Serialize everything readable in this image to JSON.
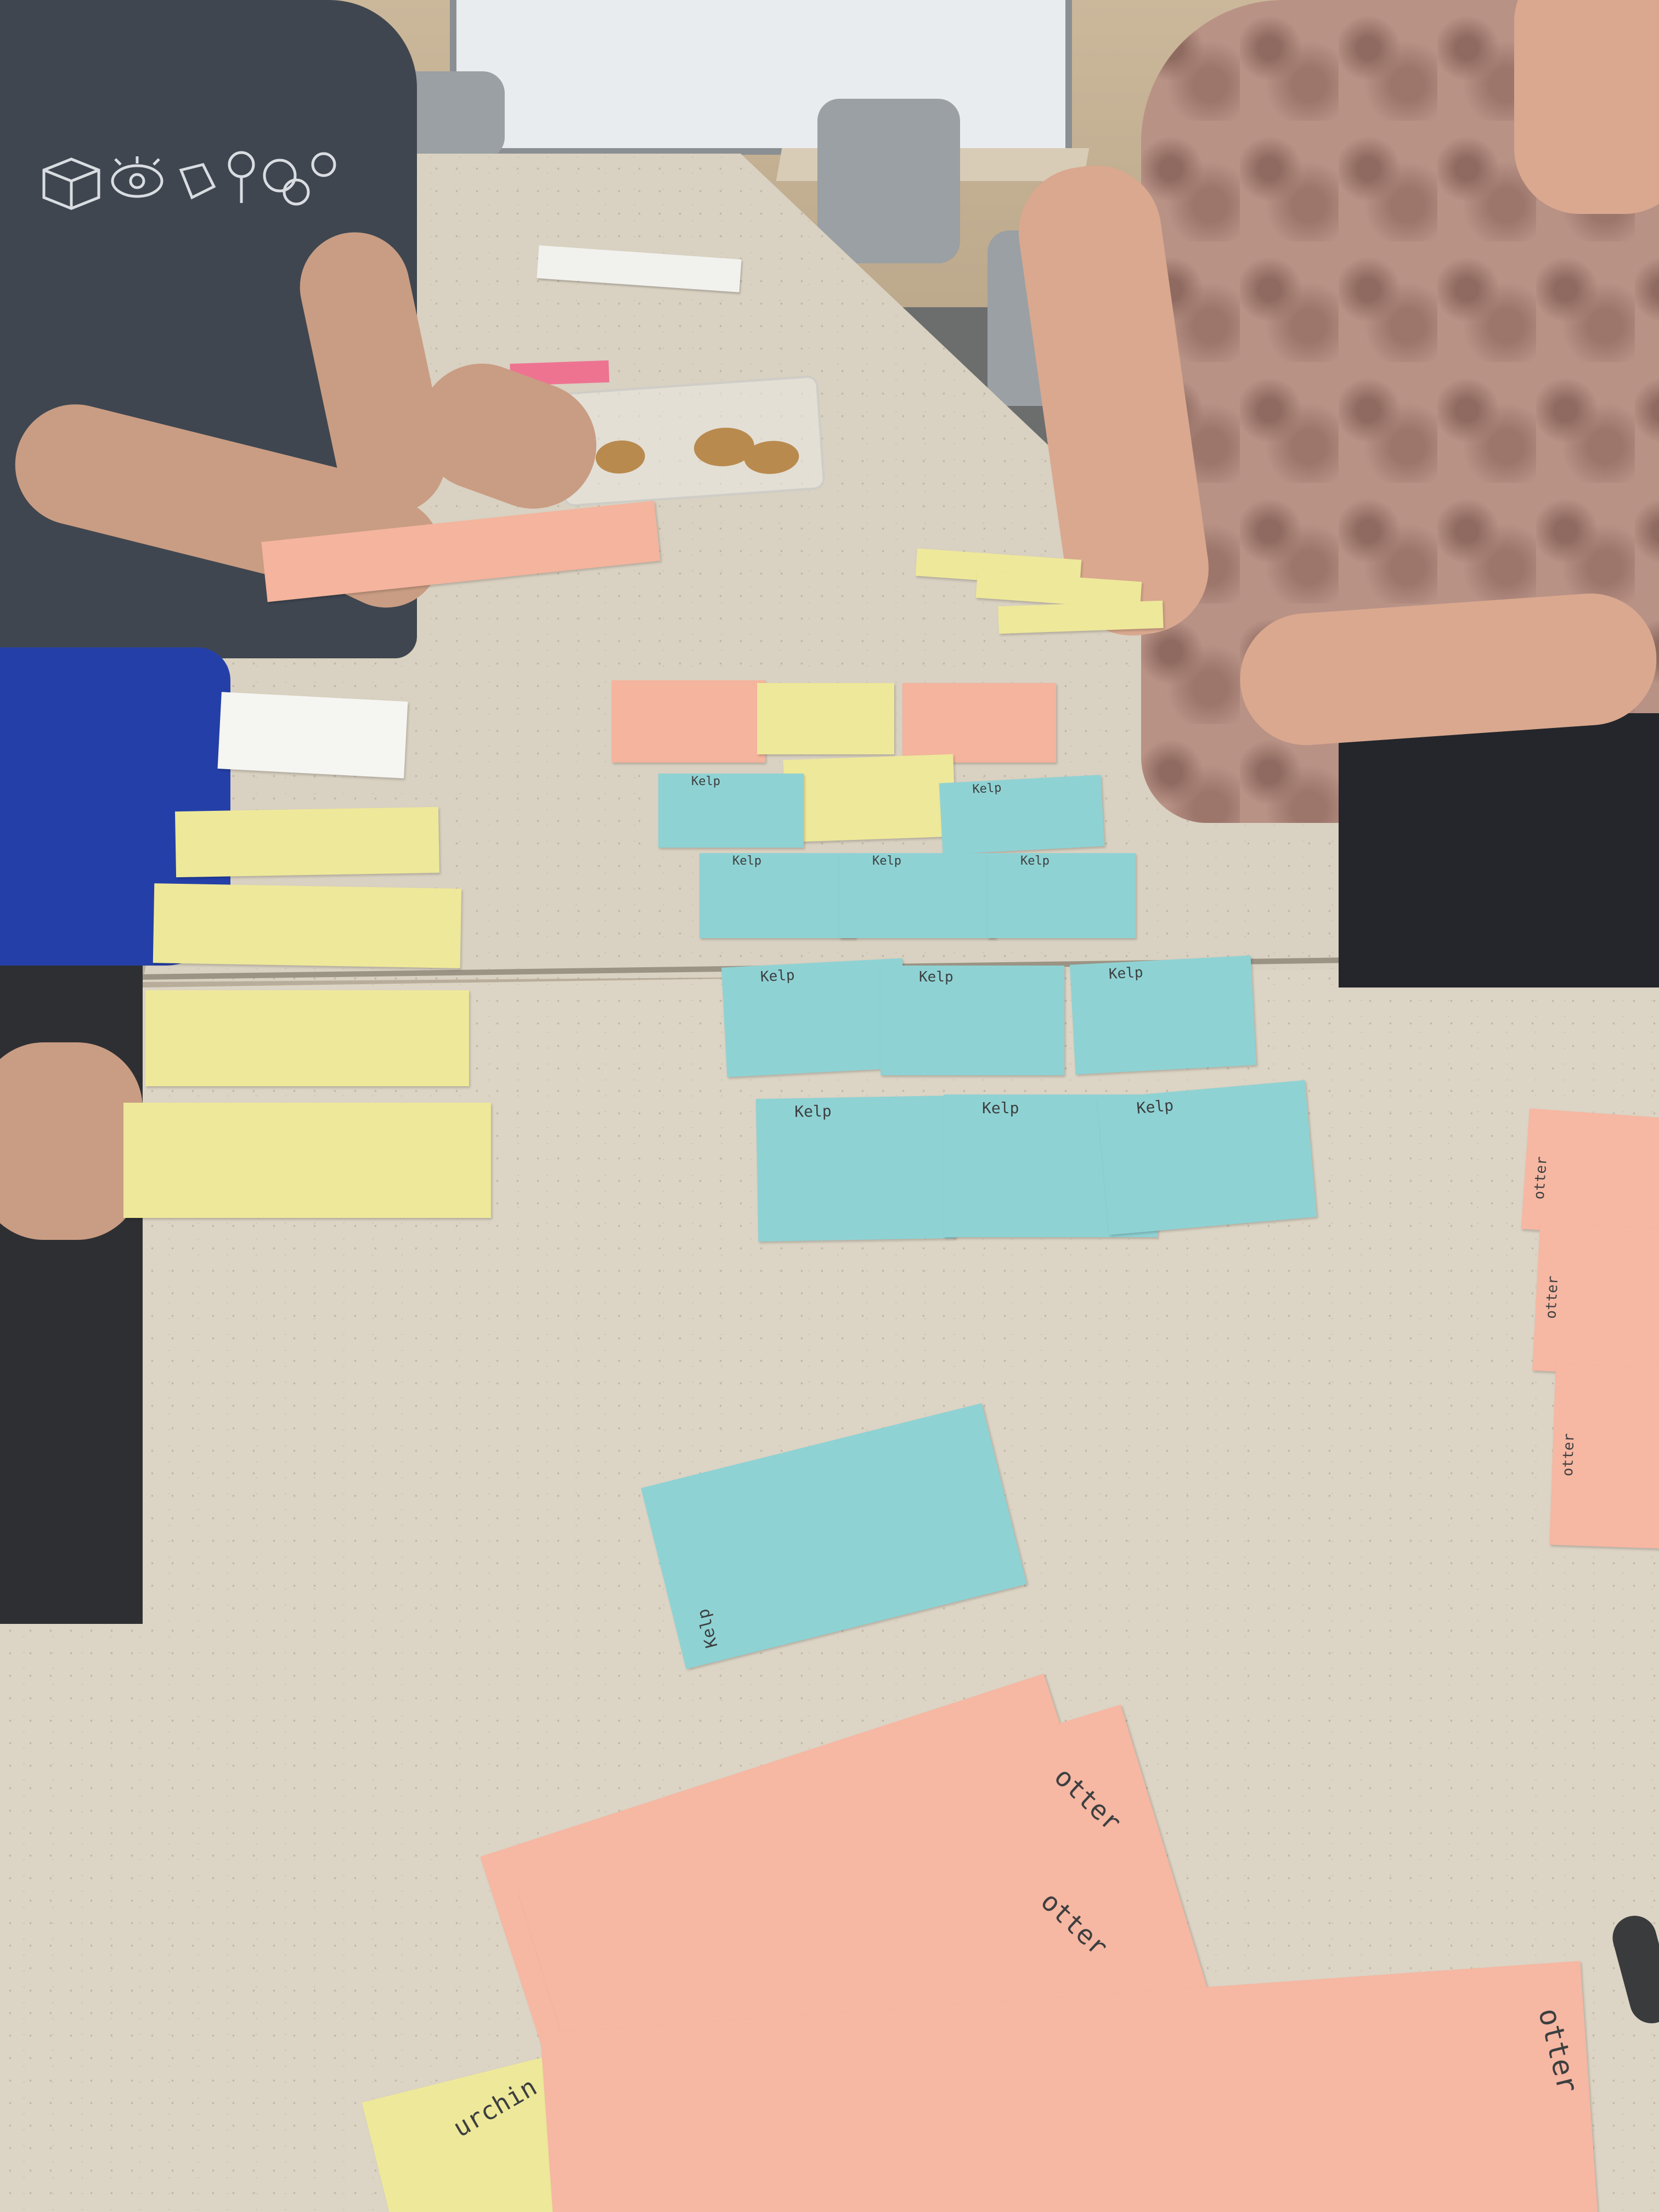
{
  "scene": {
    "colors": {
      "kelp_card": "#8fd2d4",
      "yellow_card": "#eee89a",
      "otter_card": "#f4b49d",
      "table": "#d9d1c1"
    }
  },
  "cards": {
    "kelp_label": "Kelp",
    "otter_label": "otter",
    "urchin_label": "urchin",
    "small_otter_label": "otter"
  }
}
